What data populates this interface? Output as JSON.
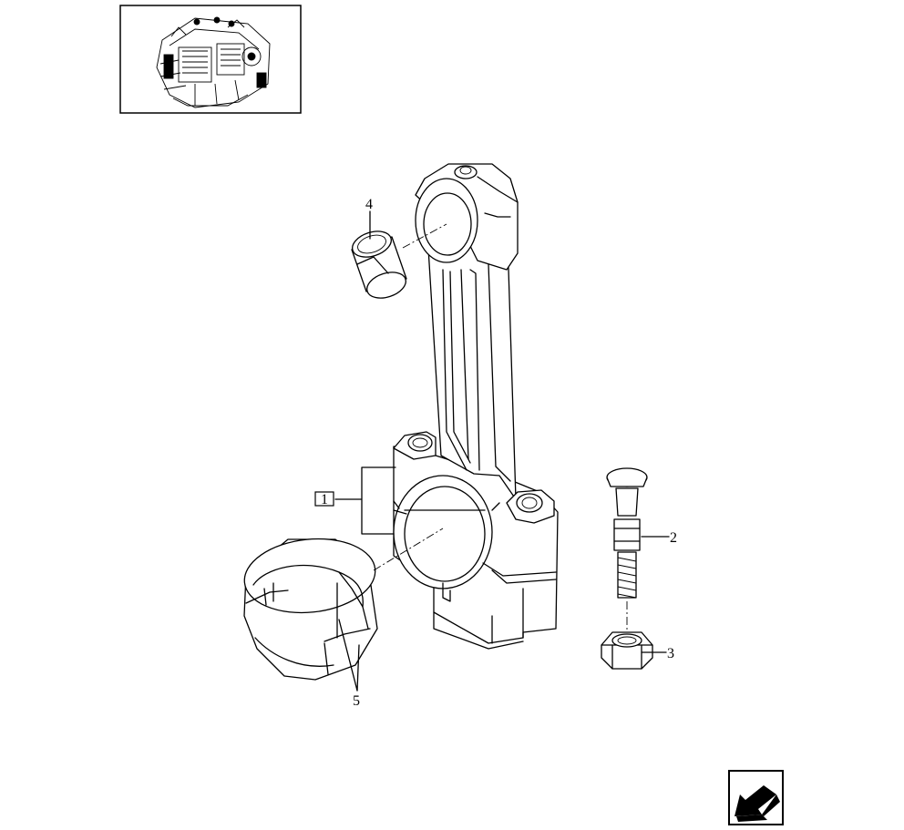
{
  "thumbnail": {
    "icon": "engine-overview-icon"
  },
  "callouts": {
    "group_ref": "1",
    "screw": "2",
    "nut": "3",
    "small_end_bushing": "4",
    "big_end_bearing_shells": "5"
  },
  "navigation": {
    "icon": "previous-page-arrow-icon"
  }
}
